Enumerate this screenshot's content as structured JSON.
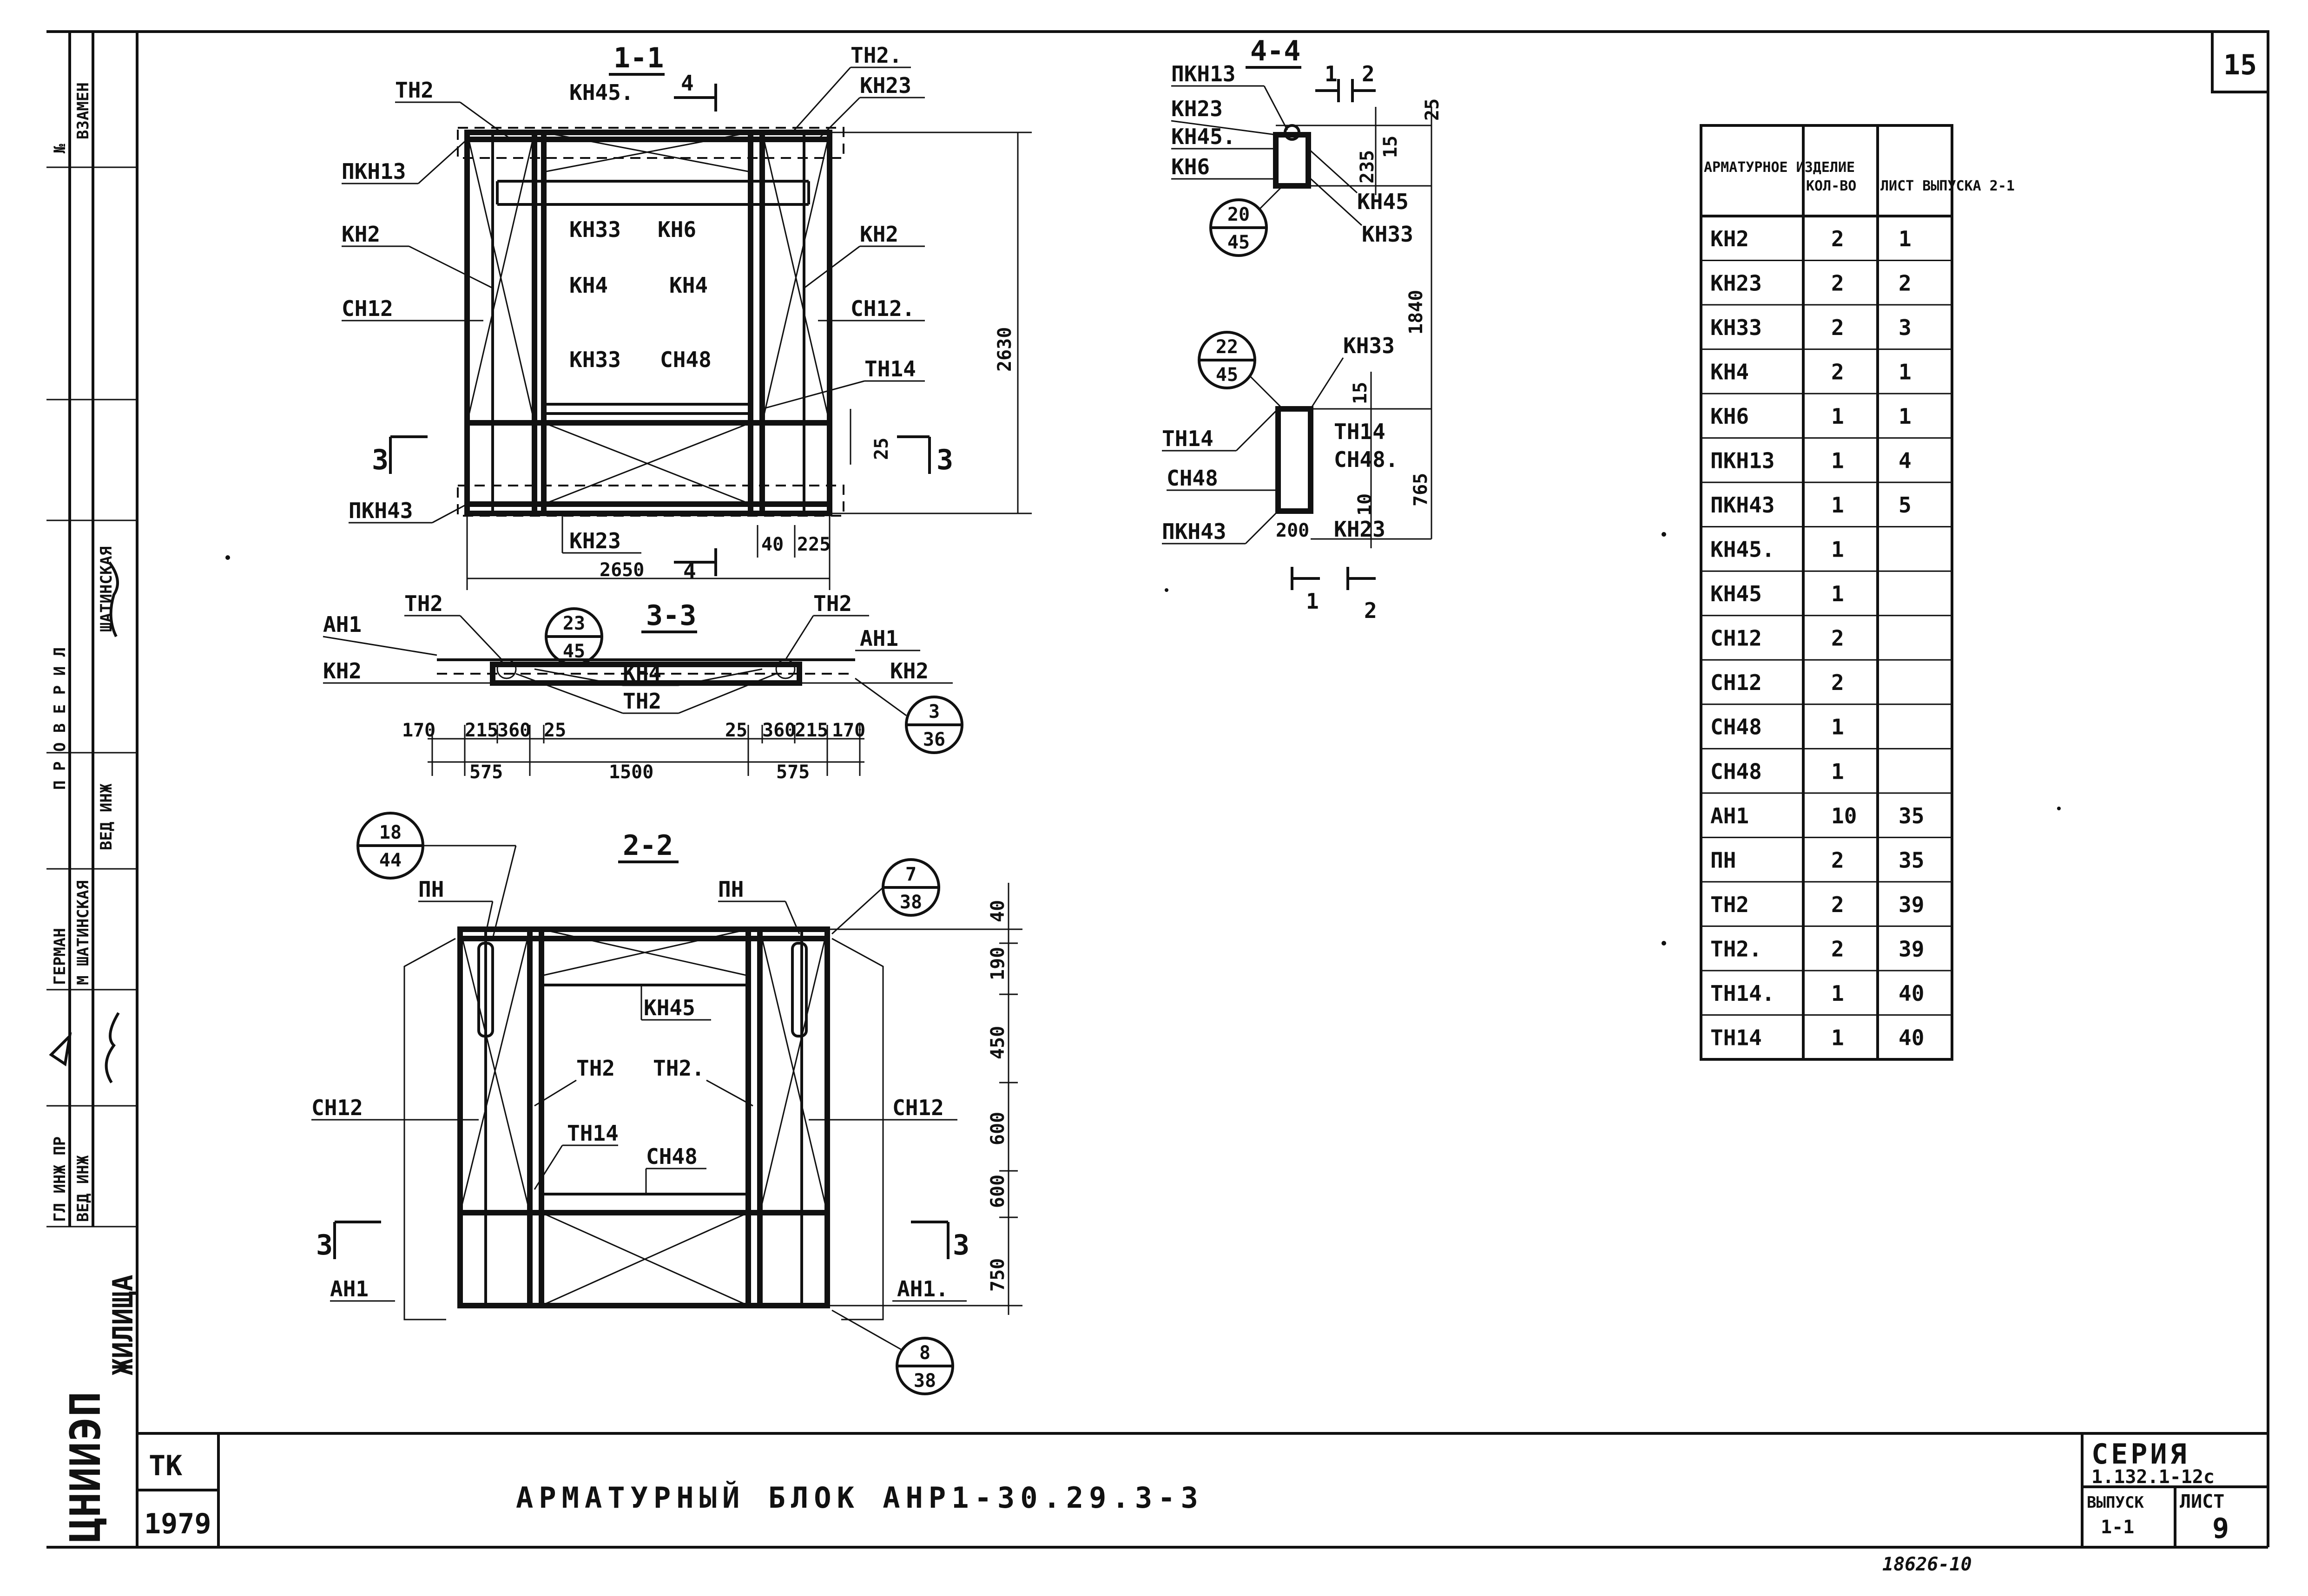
{
  "sheet_number": "15",
  "left_strip": {
    "vzamen": "ВЗАМЕН",
    "no": "№",
    "proveril": "П Р О В Е Р И Л",
    "shatinskaya": "ШАТИНСКАЯ",
    "ved_inzh": "ВЕД ИНЖ",
    "german": "ГЕРМАН",
    "m_shatinskaya": "М ШАТИНСКАЯ",
    "gl_inzh_pr": "ГЛ ИНЖ ПР",
    "ved_inzh2": "ВЕД ИНЖ",
    "zhilishcha": "ЖИЛИЩА",
    "tsniiep": "ЦНИИЭП"
  },
  "title_block": {
    "tk": "ТК",
    "year": "1979",
    "title": "АРМАТУРНЫЙ БЛОК АНР1-30.29.3-3",
    "seriya_label": "СЕРИЯ",
    "seriya_value": "1.132.1-12с",
    "vypusk_label": "ВЫПУСК",
    "vypusk_value": "1-1",
    "list_label": "ЛИСТ",
    "list_value": "9",
    "footer_number": "18626-10"
  },
  "view_1_1": {
    "title": "1-1",
    "cut_mark": "4",
    "labels": {
      "th2_left": "ТН2",
      "kn45": "КН45.",
      "th2_right": "ТН2.",
      "kn23_top": "КН23",
      "pkn13": "ПКН13",
      "kn2_left": "КН2",
      "kn33": "КН33",
      "kn6": "КН6",
      "kn2_right": "КН2",
      "kn4_a": "КН4",
      "kn4_b": "КН4",
      "sn12_left": "СН12",
      "sn12_right": "СН12.",
      "kn33_b": "КН33",
      "sn48": "СН48",
      "th14": "ТН14",
      "pkn43": "ПКН43",
      "kn23_bot": "КН23",
      "sec3_left": "3",
      "sec3_right": "3"
    },
    "dims": {
      "height": "2630",
      "d25": "25",
      "width": "2650",
      "d40": "40",
      "d225": "225"
    }
  },
  "view_4_4": {
    "title": "4-4",
    "mark1": "1",
    "mark2": "2",
    "labels": {
      "pkn13": "ПКН13",
      "kn23": "КН23",
      "kn45a": "КН45.",
      "kn6": "КН6",
      "kn45b": "КН45",
      "kn33a": "КН33",
      "kn33b": "КН33",
      "th14a": "ТН14",
      "th14b": "ТН14",
      "sn48a": "СН48",
      "sn48b": "СН48.",
      "pkn43": "ПКН43",
      "kn23b": "КН23"
    },
    "callout_a": {
      "top": "20",
      "bottom": "45"
    },
    "callout_b": {
      "top": "22",
      "bottom": "45"
    },
    "dims": {
      "d25": "25",
      "d235": "235",
      "d15a": "15",
      "d1840": "1840",
      "d15b": "15",
      "d765": "765",
      "d10": "10",
      "d200": "200"
    }
  },
  "view_3_3": {
    "title": "3-3",
    "labels": {
      "ah1_left": "АН1",
      "th2_left": "ТН2",
      "th2_right": "ТН2",
      "ah1_right": "АН1",
      "kn2_left": "КН2",
      "kn2_right": "КН2",
      "kn4": "КН4",
      "th2_mid": "ТН2"
    },
    "callout_a": {
      "top": "23",
      "bottom": "45"
    },
    "callout_b": {
      "top": "3",
      "bottom": "36"
    },
    "dims": [
      "170",
      "215",
      "360",
      "25",
      "25",
      "360",
      "215",
      "170"
    ],
    "dims2": {
      "d575a": "575",
      "d1500": "1500",
      "d575b": "575"
    }
  },
  "view_2_2": {
    "title": "2-2",
    "labels": {
      "pn_left": "ПН",
      "pn_right": "ПН",
      "kn45": "КН45",
      "th2": "ТН2",
      "th2b": "ТН2.",
      "sn12_left": "СН12",
      "sn12_right": "СН12",
      "th14": "ТН14",
      "sn48": "СН48",
      "ah1_left": "АН1",
      "ah1_right": "АН1.",
      "sec3_left": "3",
      "sec3_right": "3"
    },
    "callout_a": {
      "top": "18",
      "bottom": "44"
    },
    "callout_b": {
      "top": "7",
      "bottom": "38"
    },
    "callout_c": {
      "top": "8",
      "bottom": "38"
    },
    "dims": [
      "40",
      "190",
      "450",
      "600",
      "600",
      "750"
    ]
  },
  "spec_table": {
    "headers": [
      "АРМАТУРНОЕ ИЗДЕЛИЕ",
      "КОЛ-ВО",
      "ЛИСТ ВЫПУСКА 2-1"
    ],
    "rows": [
      [
        "КН2",
        "2",
        "1"
      ],
      [
        "КН23",
        "2",
        "2"
      ],
      [
        "КН33",
        "2",
        "3"
      ],
      [
        "КН4",
        "2",
        "1"
      ],
      [
        "КН6",
        "1",
        "1"
      ],
      [
        "ПКН13",
        "1",
        "4"
      ],
      [
        "ПКН43",
        "1",
        "5"
      ],
      [
        "КН45.",
        "1",
        ""
      ],
      [
        "КН45",
        "1",
        ""
      ],
      [
        "СН12",
        "2",
        ""
      ],
      [
        "СН12",
        "2",
        ""
      ],
      [
        "СН48",
        "1",
        ""
      ],
      [
        "СН48",
        "1",
        ""
      ],
      [
        "АН1",
        "10",
        "35"
      ],
      [
        "ПН",
        "2",
        "35"
      ],
      [
        "ТН2",
        "2",
        "39"
      ],
      [
        "ТН2.",
        "2",
        "39"
      ],
      [
        "ТН14.",
        "1",
        "40"
      ],
      [
        "ТН14",
        "1",
        "40"
      ]
    ]
  }
}
